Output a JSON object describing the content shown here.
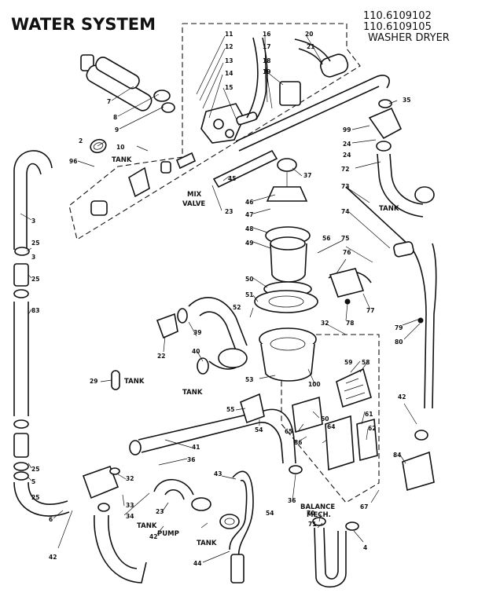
{
  "title": "WATER SYSTEM",
  "model_numbers": [
    "110.6109102",
    "110.6109105"
  ],
  "subtitle": "WASHER DRYER",
  "callouts": [
    {
      "id": "c11",
      "text": "11"
    },
    {
      "id": "c12",
      "text": "12"
    },
    {
      "id": "c13",
      "text": "13"
    },
    {
      "id": "c14",
      "text": "14"
    },
    {
      "id": "c15",
      "text": "15"
    },
    {
      "id": "c16",
      "text": "16"
    },
    {
      "id": "c17",
      "text": "17"
    },
    {
      "id": "c18",
      "text": "18"
    },
    {
      "id": "c19",
      "text": "19"
    },
    {
      "id": "c20",
      "text": "20"
    },
    {
      "id": "c21",
      "text": "21"
    },
    {
      "id": "c7",
      "text": "7"
    },
    {
      "id": "c8",
      "text": "8"
    },
    {
      "id": "c9",
      "text": "9"
    },
    {
      "id": "c2",
      "text": "2"
    },
    {
      "id": "c10",
      "text": "10"
    },
    {
      "id": "c96",
      "text": "96"
    },
    {
      "id": "c35",
      "text": "35"
    },
    {
      "id": "c99",
      "text": "99"
    },
    {
      "id": "c24a",
      "text": "24"
    },
    {
      "id": "c24b",
      "text": "24"
    },
    {
      "id": "c72",
      "text": "72"
    },
    {
      "id": "c73",
      "text": "73"
    },
    {
      "id": "c37",
      "text": "37"
    },
    {
      "id": "c45",
      "text": "45"
    },
    {
      "id": "c23a",
      "text": "23"
    },
    {
      "id": "c46",
      "text": "46"
    },
    {
      "id": "c47",
      "text": "47"
    },
    {
      "id": "c48",
      "text": "48"
    },
    {
      "id": "c49",
      "text": "49"
    },
    {
      "id": "c50",
      "text": "50"
    },
    {
      "id": "c51",
      "text": "51"
    },
    {
      "id": "c52",
      "text": "52"
    },
    {
      "id": "c56",
      "text": "56"
    },
    {
      "id": "c74",
      "text": "74"
    },
    {
      "id": "c75",
      "text": "75"
    },
    {
      "id": "c76",
      "text": "76"
    },
    {
      "id": "c77",
      "text": "77"
    },
    {
      "id": "c78",
      "text": "78"
    },
    {
      "id": "c79",
      "text": "79"
    },
    {
      "id": "c80",
      "text": "80"
    },
    {
      "id": "c3a",
      "text": "3"
    },
    {
      "id": "c25a",
      "text": "25"
    },
    {
      "id": "c3b",
      "text": "3"
    },
    {
      "id": "c25b",
      "text": "25"
    },
    {
      "id": "c83",
      "text": "83"
    },
    {
      "id": "c39",
      "text": "39"
    },
    {
      "id": "c40",
      "text": "40"
    },
    {
      "id": "c22",
      "text": "22"
    },
    {
      "id": "c29",
      "text": "29"
    },
    {
      "id": "c32a",
      "text": "32"
    },
    {
      "id": "c59",
      "text": "59"
    },
    {
      "id": "c58",
      "text": "58"
    },
    {
      "id": "c100",
      "text": "100"
    },
    {
      "id": "c53",
      "text": "53"
    },
    {
      "id": "c55",
      "text": "55"
    },
    {
      "id": "c54a",
      "text": "54"
    },
    {
      "id": "c60",
      "text": "60"
    },
    {
      "id": "c65",
      "text": "65"
    },
    {
      "id": "c64",
      "text": "64"
    },
    {
      "id": "c86",
      "text": "86"
    },
    {
      "id": "c61",
      "text": "61"
    },
    {
      "id": "c62",
      "text": "62"
    },
    {
      "id": "c42a",
      "text": "42"
    },
    {
      "id": "c84",
      "text": "84"
    },
    {
      "id": "c41",
      "text": "41"
    },
    {
      "id": "c36a",
      "text": "36"
    },
    {
      "id": "c25c",
      "text": "25"
    },
    {
      "id": "c5",
      "text": "5"
    },
    {
      "id": "c25d",
      "text": "25"
    },
    {
      "id": "c6",
      "text": "6"
    },
    {
      "id": "c42b",
      "text": "42"
    },
    {
      "id": "c32b",
      "text": "32"
    },
    {
      "id": "c33",
      "text": "33"
    },
    {
      "id": "c34",
      "text": "34"
    },
    {
      "id": "c23b",
      "text": "23"
    },
    {
      "id": "c43",
      "text": "43"
    },
    {
      "id": "c36b",
      "text": "36"
    },
    {
      "id": "c54b",
      "text": "54"
    },
    {
      "id": "c70",
      "text": "70"
    },
    {
      "id": "c71",
      "text": "71"
    },
    {
      "id": "c4",
      "text": "4"
    },
    {
      "id": "c67",
      "text": "67"
    },
    {
      "id": "c42c",
      "text": "42"
    },
    {
      "id": "c44",
      "text": "44"
    }
  ],
  "labels": {
    "tank_top": "TANK",
    "mix_valve_1": "MIX",
    "mix_valve_2": "VALVE",
    "tank_right": "TANK",
    "tank_mid": "TANK",
    "tank_left": "TANK",
    "balance_1": "BALANCE",
    "balance_2": "MECH.",
    "tank_pump": "TANK",
    "pump": "PUMP",
    "tank_bottom": "TANK"
  },
  "colors": {
    "ink": "#111111",
    "paper": "#ffffff"
  }
}
